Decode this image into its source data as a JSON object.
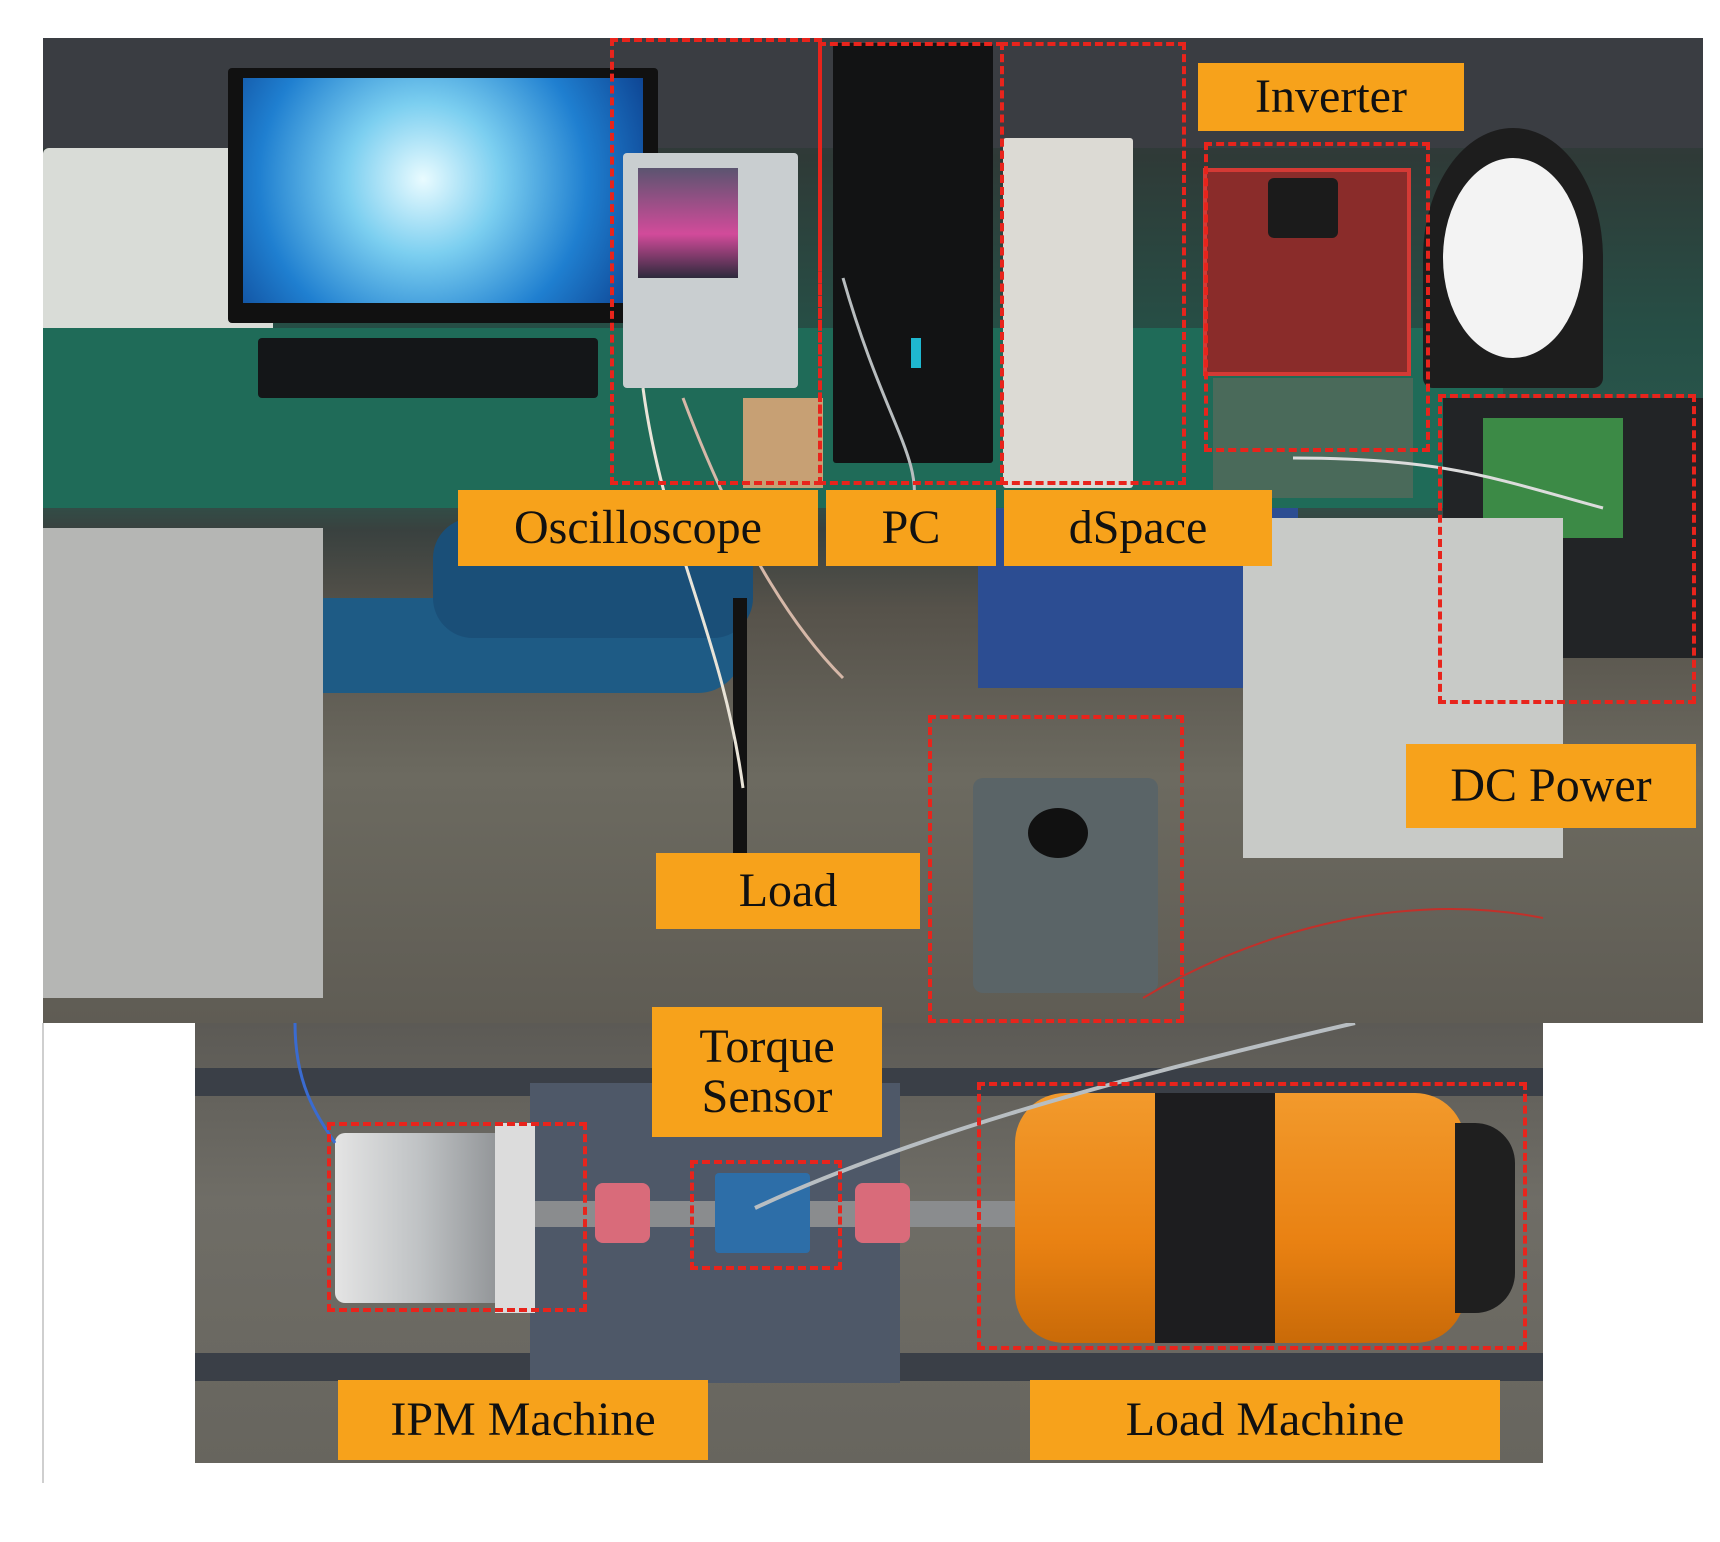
{
  "labels": {
    "inverter": "Inverter",
    "oscilloscope": "Oscilloscope",
    "pc": "PC",
    "dspace": "dSpace",
    "dc_power": "DC Power",
    "load": "Load",
    "torque_sensor_line1": "Torque",
    "torque_sensor_line2": "Sensor",
    "ipm_machine": "IPM Machine",
    "load_machine": "Load Machine"
  },
  "colors": {
    "label_fill": "#f7a21b",
    "dashed_box": "#e8241c"
  }
}
